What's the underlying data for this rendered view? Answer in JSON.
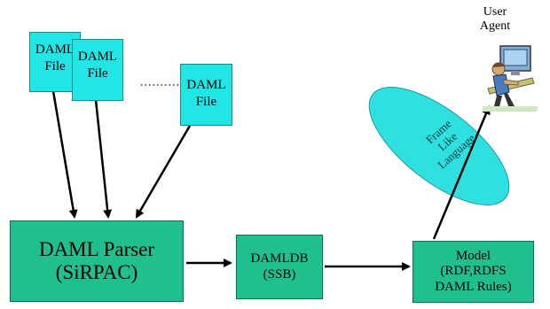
{
  "user_agent": {
    "line1": "User",
    "line2": "Agent"
  },
  "files": [
    {
      "line1": "DAML",
      "line2": "File"
    },
    {
      "line1": "DAML",
      "line2": "File"
    },
    {
      "line1": "DAML",
      "line2": "File"
    }
  ],
  "parser": {
    "line1": "DAML Parser",
    "line2": "(SiRPAC)"
  },
  "daml_db": {
    "line1": "DAMLDB",
    "line2": "(SSB)"
  },
  "model": {
    "line1": "Model",
    "line2": "(RDF,RDFS",
    "line3": "DAML Rules)"
  },
  "ellipse": {
    "line1": "Frame",
    "line2": "Like",
    "line3": "Language"
  },
  "colors": {
    "file_fill": "#22e6e6",
    "box_fill": "#1fbf8f",
    "ellipse_fill": "#2fe0e0"
  }
}
